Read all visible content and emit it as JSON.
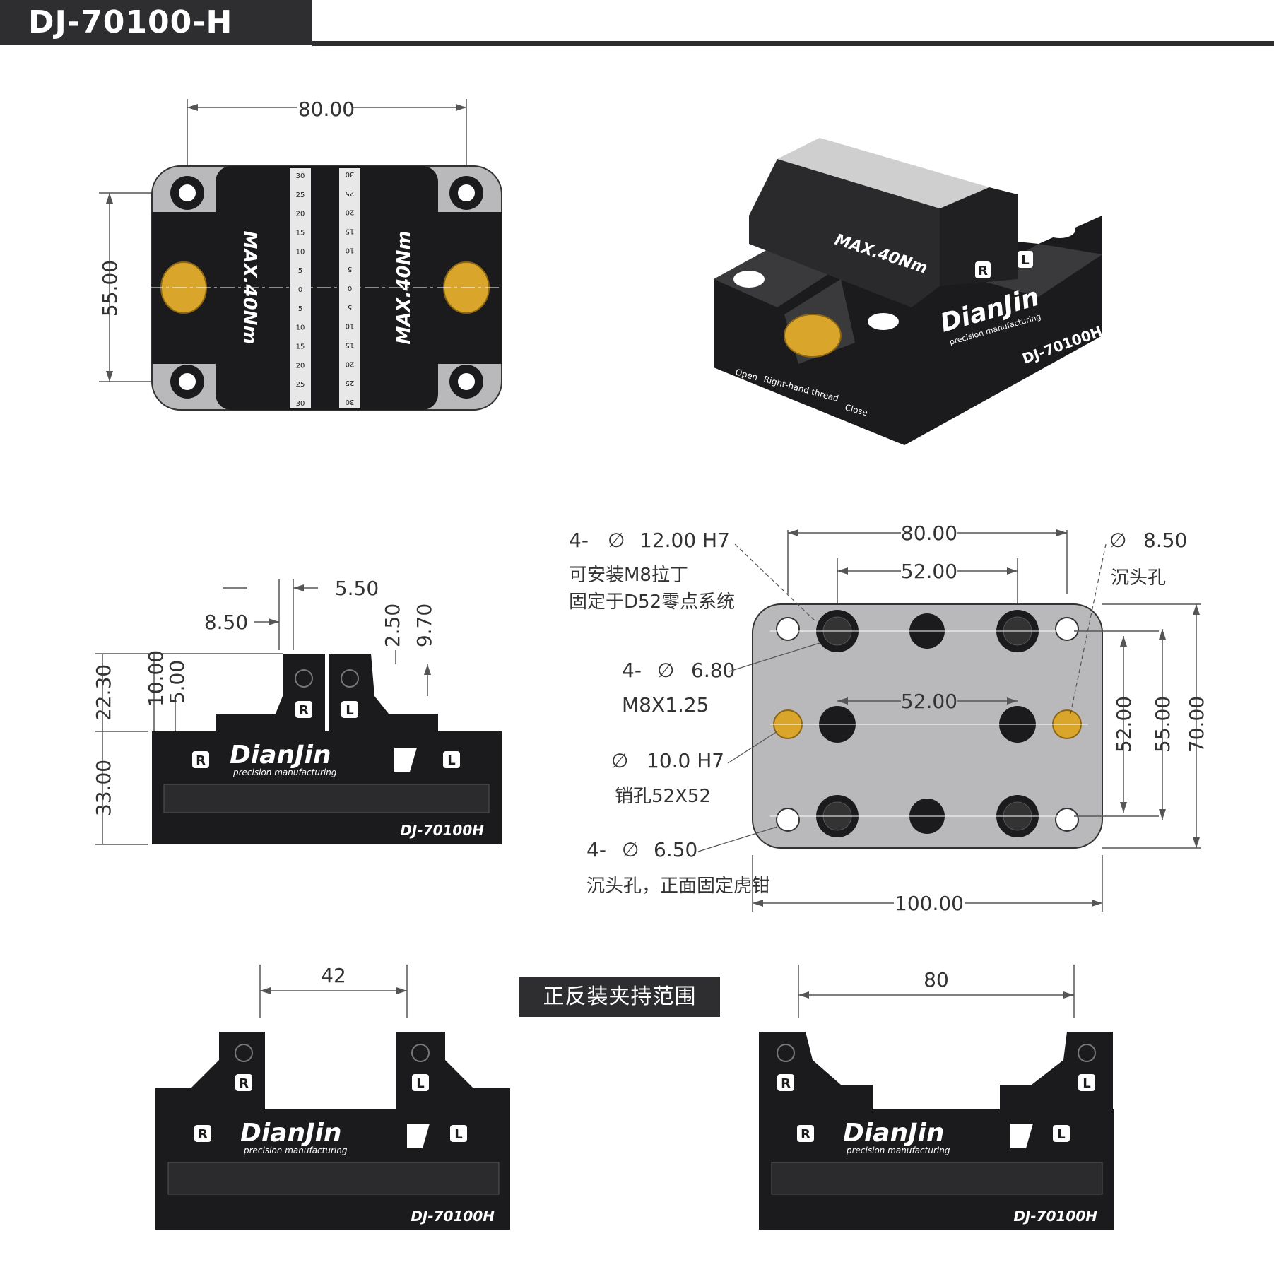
{
  "header": {
    "title": "DJ-70100-H"
  },
  "top_view": {
    "width_dim": "80.00",
    "height_dim": "55.00",
    "torque_left": "MAX.40Nm",
    "torque_right": "MAX.40Nm",
    "scale_ticks": [
      "30",
      "25",
      "20",
      "15",
      "10",
      "5",
      "0",
      "5",
      "10",
      "15",
      "20",
      "25",
      "30"
    ]
  },
  "iso_view": {
    "torque": "MAX.40Nm",
    "brand": "DianJin",
    "brand_sub": "precision manufacturing",
    "model": "DJ-70100H",
    "jaw_left": "R",
    "jaw_right": "L",
    "open": "Open",
    "thread": "Right-hand thread",
    "close": "Close"
  },
  "side_view": {
    "dim_8_50": "8.50",
    "dim_5_50": "5.50",
    "dim_2_50": "2.50",
    "dim_9_70": "9.70",
    "dim_22_30": "22.30",
    "dim_10_00": "10.00",
    "dim_5_00": "5.00",
    "dim_33_00": "33.00",
    "brand": "DianJin",
    "brand_sub": "precision manufacturing",
    "model": "DJ-70100H",
    "r": "R",
    "l": "L"
  },
  "bottom_view": {
    "dim_80": "80.00",
    "dim_52_top": "52.00",
    "dim_52_mid": "52.00",
    "dim_100": "100.00",
    "dim_52_v": "52.00",
    "dim_55_v": "55.00",
    "dim_70_v": "70.00",
    "c1_prefix": "4-",
    "c1_dia": "12.00 H7",
    "c1_note1": "可安装M8拉丁",
    "c1_note2": "固定于D52零点系统",
    "c2_prefix": "4-",
    "c2_dia": "6.80",
    "c2_note": "M8X1.25",
    "c3_dia": "10.0 H7",
    "c3_note": "销孔52X52",
    "c4_prefix": "4-",
    "c4_dia": "6.50",
    "c4_note": "沉头孔，正面固定虎钳",
    "c5_dia": "8.50",
    "c5_note": "沉头孔",
    "dia_symbol": "∅"
  },
  "range_section": {
    "label": "正反装夹持范围",
    "left_dim": "42",
    "right_dim": "80",
    "brand": "DianJin",
    "brand_sub": "precision manufacturing",
    "model": "DJ-70100H",
    "r": "R",
    "l": "L"
  },
  "colors": {
    "body": "#1b1b1d",
    "plate": "#b9b9bb",
    "brass": "#d9a52a",
    "header": "#2e2e30"
  }
}
